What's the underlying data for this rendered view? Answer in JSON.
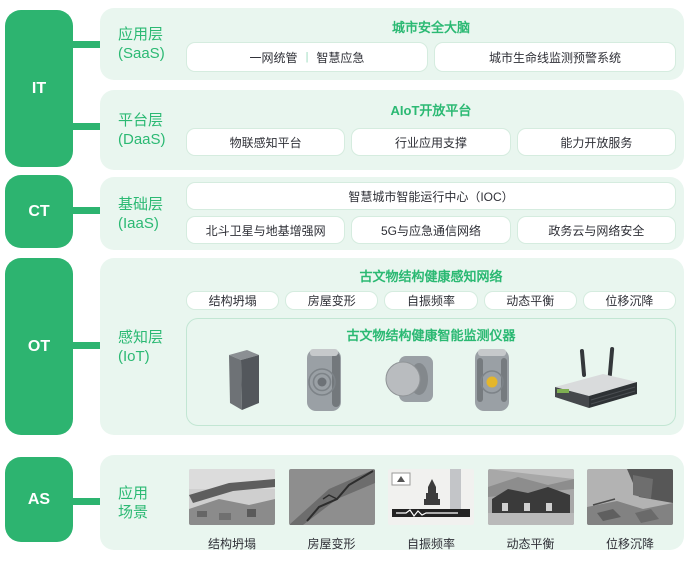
{
  "colors": {
    "accent": "#2db470",
    "title_green": "#2bb973",
    "panel_bg": "#e9f6ef",
    "box_border": "#d5ecdf",
    "box_text": "#2f3037",
    "device_yellow": "#e4b62b"
  },
  "rail": {
    "items": [
      {
        "label": "IT"
      },
      {
        "label": "CT"
      },
      {
        "label": "OT"
      },
      {
        "label": "AS"
      }
    ]
  },
  "layers": {
    "saas": {
      "name": "应用层",
      "tier": "(SaaS)",
      "title": "城市安全大脑",
      "box1_left": "一网统管",
      "box1_sep": "|",
      "box1_right": "智慧应急",
      "box2": "城市生命线监测预警系统"
    },
    "daas": {
      "name": "平台层",
      "tier": "(DaaS)",
      "title": "AIoT开放平台",
      "boxes": [
        "物联感知平台",
        "行业应用支撑",
        "能力开放服务"
      ]
    },
    "iaas": {
      "name": "基础层",
      "tier": "(IaaS)",
      "wide_box": "智慧城市智能运行中心（IOC）",
      "boxes": [
        "北斗卫星与地基增强网",
        "5G与应急通信网络",
        "政务云与网络安全"
      ]
    },
    "iot": {
      "name": "感知层",
      "tier": "(IoT)",
      "title": "古文物结构健康感知网络",
      "boxes": [
        "结构坍塌",
        "房屋变形",
        "自振频率",
        "动态平衡",
        "位移沉降"
      ],
      "inner_title": "古文物结构健康智能监测仪器",
      "device_icons": [
        "column-sensor-icon",
        "vibration-sensor-icon",
        "dial-sensor-icon",
        "beacon-sensor-icon",
        "gateway-router-icon"
      ]
    },
    "scenes": {
      "name_line1": "应用",
      "name_line2": "场景",
      "items": [
        "结构坍塌",
        "房屋变形",
        "自振频率",
        "动态平衡",
        "位移沉降"
      ]
    }
  }
}
